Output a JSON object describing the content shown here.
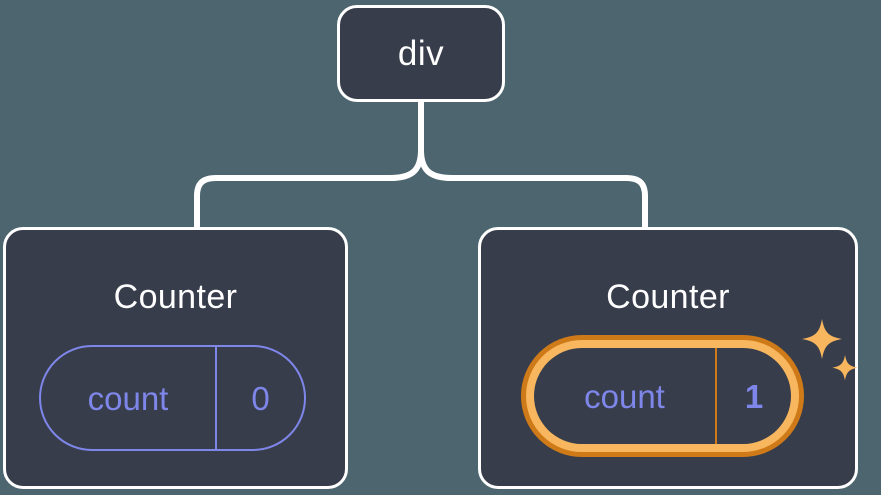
{
  "diagram": {
    "type": "component-tree",
    "background_color": "#4C656E",
    "node_fill": "#373D4B",
    "node_border": "#FFFFFF",
    "edge_color": "#FFFFFF",
    "accent_purple": "#7E86E9",
    "highlight_orange_outer": "#CF7A18",
    "highlight_orange_inner": "#F8B65E",
    "root": {
      "label": "div"
    },
    "children": [
      {
        "title": "Counter",
        "state": {
          "key": "count",
          "value": "0"
        },
        "highlighted": false
      },
      {
        "title": "Counter",
        "state": {
          "key": "count",
          "value": "1"
        },
        "highlighted": true,
        "sparkle_icons": [
          "sparkle-large",
          "sparkle-small"
        ]
      }
    ]
  }
}
